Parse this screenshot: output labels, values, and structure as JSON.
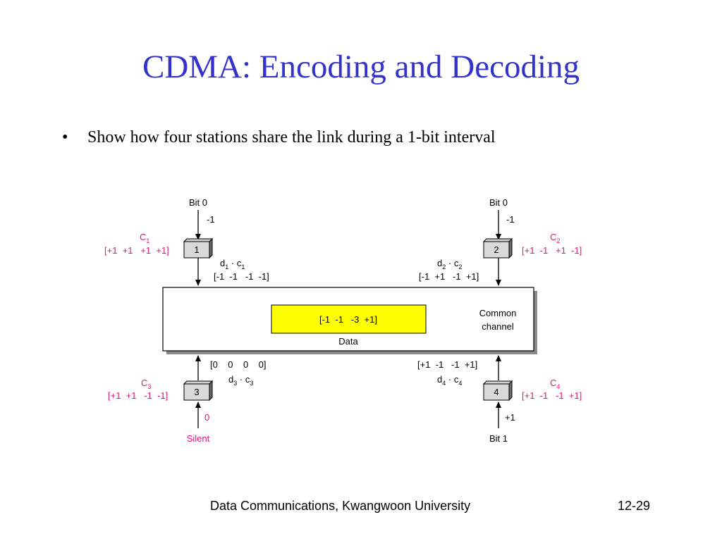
{
  "title": "CDMA: Encoding and Decoding",
  "bullet": {
    "symbol": "•",
    "text": "Show how four stations share the link during a 1-bit interval"
  },
  "diagram": {
    "stations": [
      {
        "id": "1",
        "bit_label": "Bit 0",
        "data_value": "-1",
        "code_name": "C",
        "code_sub": "1",
        "code": "[+1  +1   +1  +1]",
        "product_d": "d",
        "product_d_sub": "1",
        "product_c": "c",
        "product_c_sub": "1",
        "product_value": "[-1  -1   -1  -1]"
      },
      {
        "id": "2",
        "bit_label": "Bit 0",
        "data_value": "-1",
        "code_name": "C",
        "code_sub": "2",
        "code": "[+1  -1   +1  -1]",
        "product_d": "d",
        "product_d_sub": "2",
        "product_c": "c",
        "product_c_sub": "2",
        "product_value": "[-1  +1   -1  +1]"
      },
      {
        "id": "3",
        "bit_label": "Silent",
        "data_value": "0",
        "code_name": "C",
        "code_sub": "3",
        "code": "[+1  +1   -1  -1]",
        "product_d": "d",
        "product_d_sub": "3",
        "product_c": "c",
        "product_c_sub": "3",
        "product_value": "[0    0    0    0]"
      },
      {
        "id": "4",
        "bit_label": "Bit 1",
        "data_value": "+1",
        "code_name": "C",
        "code_sub": "4",
        "code": "[+1  -1   -1  +1]",
        "product_d": "d",
        "product_d_sub": "4",
        "product_c": "c",
        "product_c_sub": "4",
        "product_value": "[+1  -1   -1  +1]"
      }
    ],
    "channel": {
      "label_line1": "Common",
      "label_line2": "channel",
      "data_value": "[-1  -1   -3  +1]",
      "data_label": "Data"
    },
    "colors": {
      "code_pink": "#e0157a",
      "data_yellow": "#ffff00",
      "title_blue": "#3333cc"
    }
  },
  "footer": {
    "source": "Data Communications, Kwangwoon University",
    "page": "12-29"
  }
}
